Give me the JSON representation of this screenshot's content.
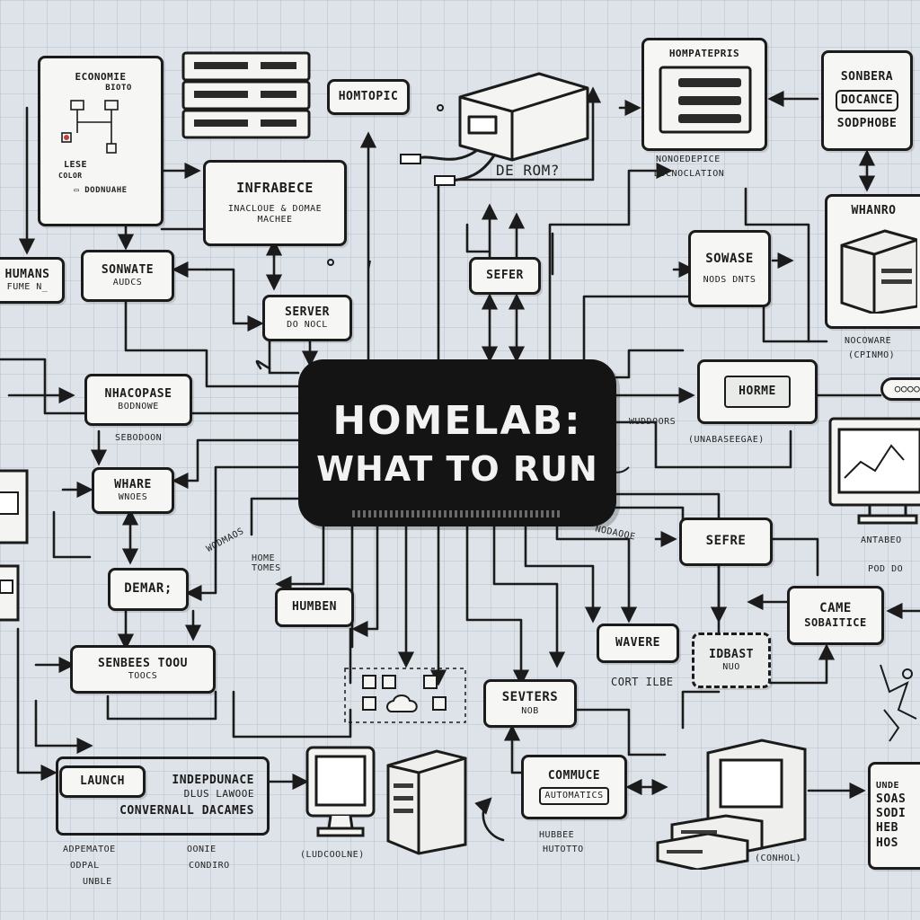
{
  "center": {
    "line1": "HOMELAB:",
    "line2": "WHAT TO RUN"
  },
  "nodes": {
    "n_infra_top": {
      "title": "INFRA​BECE",
      "sub": "INACLOUE & DOMAE MACHEE"
    },
    "n_soname_top_right": {
      "lines": [
        "SONBERA",
        "DOCANCE",
        "SODPHOBE"
      ]
    },
    "n_homeblock": {
      "title": "HOMELAB",
      "sub": ""
    },
    "n_hompatepris": {
      "title": "HOMPATEPRIS"
    },
    "n_server_small": {
      "title": "SERVER",
      "sub": "DO NOCL"
    },
    "n_sefer_top": {
      "title": "SEFER"
    },
    "n_sowase": {
      "title": "SOWASE",
      "sub": "NODS DNTS"
    },
    "n_whanro": {
      "title": "WHANRO"
    },
    "n_software_left": {
      "title": "SONWATE",
      "sub": "AUDCS"
    },
    "n_humans_left": {
      "title": "HUMANS",
      "sub": "FUME N_"
    },
    "n_hompase": {
      "title": "NHACOPASE",
      "sub": "BODNOWE"
    },
    "n_horme": {
      "title": "HORME"
    },
    "n_where_left": {
      "title": "WHARE",
      "sub": "WNOES"
    },
    "n_sefre_right": {
      "title": "SEFRE"
    },
    "n_demar": {
      "title": "DEMAR;"
    },
    "n_humben": {
      "title": "HUMBEN"
    },
    "n_wavere": {
      "title": "WAVERE"
    },
    "n_idbast": {
      "title": "IDBAST",
      "sub": "NUO"
    },
    "n_came": {
      "title": "CAME",
      "sub": "SOBAITICE"
    },
    "n_sensbes": {
      "title": "SENBEES TOOU",
      "sub": "TOOCS"
    },
    "n_sevtrs": {
      "title": "SEVTERS",
      "sub": "NOB"
    },
    "n_launch": {
      "title": "LAUNCH"
    },
    "n_independence": {
      "lines": [
        "INDEPDUNACE",
        "DLUS LAWOOE",
        "CONVERNALL DACAMES"
      ]
    },
    "n_commuce": {
      "title": "COMMUCE",
      "sub": "AUTOMATICS"
    },
    "n_under_right": {
      "lines": [
        "UNDE",
        "SOAS",
        "SODI",
        "HEB",
        "HOS"
      ]
    },
    "n_topleft_panel": {
      "lines": [
        "ECONOMIE",
        "BIOTO",
        "LESE",
        "COLOR"
      ]
    }
  },
  "notes": {
    "de_rom": "DE ROM?",
    "homtopic": "HOMTOPIC",
    "nonoedepice": "NONOEDEPICE",
    "documentation": "DOCNOCLATION",
    "dodnuahe": "DODNUAHE",
    "sebodoon": "SEBODOON",
    "wunudoors": "WUDDOORS",
    "homotoes": "HOME TOMES",
    "wodmaos": "WODMAOS",
    "unabaee": "(UNABASEEGAE)",
    "nodaooe": "NODAOOE",
    "nocoware": "NOCOWARE",
    "cpinmo": "(CPINMO)",
    "antabeo": "ANTABEO",
    "pod_do": "POD DO",
    "cortilbe": "CORT ILBE",
    "adpematoe": "ADPEMATOE",
    "odpal": "ODPAL",
    "unble": "UNBLE",
    "odine": "OONIE",
    "conodo": "CONDIRO",
    "ludcoolne": "(LUDCOOLNE)",
    "hubee": "HUBBEE",
    "hutootto": "HUTOTTO",
    "conhol": "(CONHOL)"
  },
  "colors": {
    "ink": "#1b1b1b",
    "paper": "#dde3e8",
    "card": "#f6f7f5",
    "center": "#141414"
  }
}
